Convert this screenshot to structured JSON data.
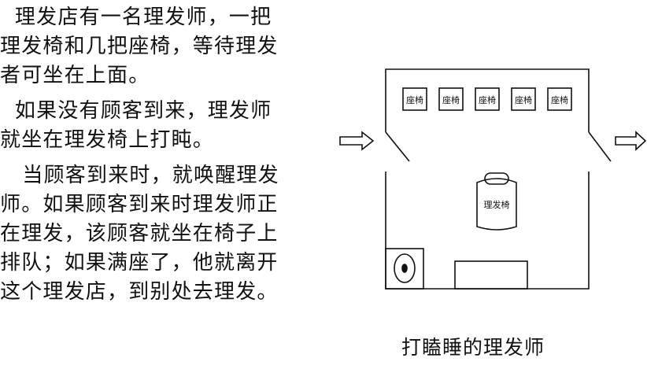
{
  "paragraphs": [
    {
      "lines": [
        "  理发店有一名理发师，一把",
        "理发椅和几把座椅，等待理发",
        "者可坐在上面。"
      ]
    },
    {
      "lines": [
        "  如果没有顾客到来，理发师",
        "就坐在理发椅上打盹。"
      ]
    },
    {
      "lines": [
        "   当顾客到来时，就唤醒理发",
        "师。如果顾客到来时理发师正",
        "在理发，该顾客就坐在椅子上",
        "排队；如果满座了，他就离开",
        "这个理发店，到别处去理发。"
      ]
    }
  ],
  "diagram": {
    "seats": [
      "座椅",
      "座椅",
      "座椅",
      "座椅",
      "座椅"
    ],
    "barber_chair_label": "理发椅",
    "caption": "打瞌睡的理发师"
  }
}
